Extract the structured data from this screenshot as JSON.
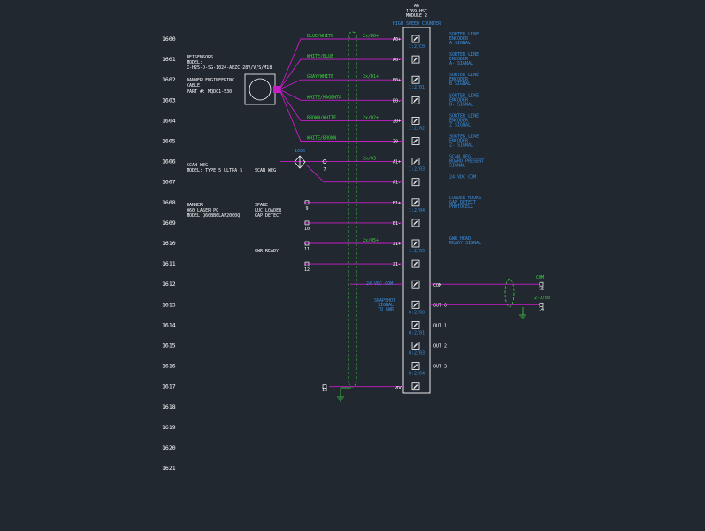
{
  "colors": {
    "background": "#212830",
    "wire": "#c81ec8",
    "shield": "#3fd33f",
    "text_white": "#ffffff",
    "text_green": "#3fd33f",
    "text_blue": "#3a8fe0"
  },
  "rungs": [
    "1600",
    "1601",
    "1602",
    "1603",
    "1604",
    "1605",
    "1606",
    "1607",
    "1608",
    "1609",
    "1610",
    "1611",
    "1612",
    "1613",
    "1614",
    "1615",
    "1616",
    "1617",
    "1618",
    "1619",
    "1620",
    "1621"
  ],
  "module": {
    "slot": "A6",
    "catalog": "1769-HSC",
    "name": "MODULE 2",
    "subtitle": "HIGH SPEED COUNTER"
  },
  "encoder": {
    "lines": [
      "BEISENSORS",
      "MODEL:",
      "X-H25-D-SG-1024-ABZC-28V/V/S/M18"
    ],
    "cable_lines": [
      "BANNER ENGINEERING",
      "CABLE",
      "PART #: MQDC1-530"
    ]
  },
  "scan_device": {
    "lines": [
      "SCAN WEG",
      "MODEL: TYPE 5 ULTRA 5"
    ],
    "label": "SCAN WEG",
    "ref": "1606",
    "terminal": "7"
  },
  "laser": {
    "lines": [
      "BANNER",
      "Q60 LASER PC",
      "MODEL Q60BB6LAF2000Q"
    ],
    "device_lines": [
      "SPARE",
      "LUC LOADER",
      "GAP DETECT"
    ]
  },
  "gwr_ready": "GWR READY",
  "wires": [
    {
      "color": "BLUE/WHITE",
      "tag": "2x/D0+",
      "pin": "A0+",
      "addr": "I:2/C0"
    },
    {
      "color": "WHITE/BLUE",
      "tag": "",
      "pin": "A0-",
      "addr": ""
    },
    {
      "color": "GRAY/WHITE",
      "tag": "2x/D1+",
      "pin": "B0+",
      "addr": "I:2/01"
    },
    {
      "color": "WHITE/MAGENTA",
      "tag": "",
      "pin": "B0-",
      "addr": ""
    },
    {
      "color": "BROWN/WHITE",
      "tag": "2x/D2+",
      "pin": "Z0+",
      "addr": "I:2/02"
    },
    {
      "color": "WHITE/BROWN",
      "tag": "",
      "pin": "Z0-",
      "addr": ""
    }
  ],
  "lower_pins": [
    {
      "tag": "2x/03",
      "pin": "A1+",
      "addr": "I:2/03",
      "terminal": ""
    },
    {
      "tag": "",
      "pin": "A1-",
      "addr": "",
      "terminal": ""
    },
    {
      "tag": "",
      "pin": "B1+",
      "addr": "I:2/04",
      "terminal": "9"
    },
    {
      "tag": "",
      "pin": "B1-",
      "addr": "",
      "terminal": "10"
    },
    {
      "tag": "2x/05+",
      "pin": "Z1+",
      "addr": "I:2/05",
      "terminal": "11"
    },
    {
      "tag": "",
      "pin": "Z1-",
      "addr": "",
      "terminal": "12"
    }
  ],
  "right_labels": [
    [
      "SORTER LINE",
      "ENCODER",
      "A SIGNAL"
    ],
    [
      "SORTER LINE",
      "ENCODER",
      "A- SIGNAL"
    ],
    [
      "SORTER LINE",
      "ENCODER",
      "B SIGNAL"
    ],
    [
      "SORTER LINE",
      "ENCODER",
      "B- SIGNAL"
    ],
    [
      "SORTER LINE",
      "ENCODER",
      "Z SIGNAL"
    ],
    [
      "SORTER LINE",
      "ENCODER",
      "Z- SIGNAL"
    ],
    [
      "SCAN WEG",
      "BOARD PRESENT",
      "SIGNAL"
    ],
    [
      "24 VDC COM"
    ],
    [
      "LOADER HOOKS",
      "GAP DETECT",
      "PHOTOCELL"
    ],
    [],
    [
      "GWR HEAD",
      "READY SIGNAL"
    ]
  ],
  "com_section": {
    "left_label": "24 VDC COM",
    "pin": "COM",
    "right_tag": "COM",
    "terminal": "16",
    "snapshot_lines": [
      "SNAPSHOT",
      "SIGNAL",
      "TO GWR"
    ],
    "out0_tag": "2-O/00",
    "out0_terminal": "14",
    "outputs": [
      {
        "label": "OUT 0",
        "addr": "O:2/00"
      },
      {
        "label": "OUT 1",
        "addr": "O:2/01"
      },
      {
        "label": "OUT 2",
        "addr": "O:2/03"
      },
      {
        "label": "OUT 3",
        "addr": "O:2/04"
      }
    ]
  },
  "vdc": {
    "pin": "VDC",
    "terminal": "13"
  }
}
